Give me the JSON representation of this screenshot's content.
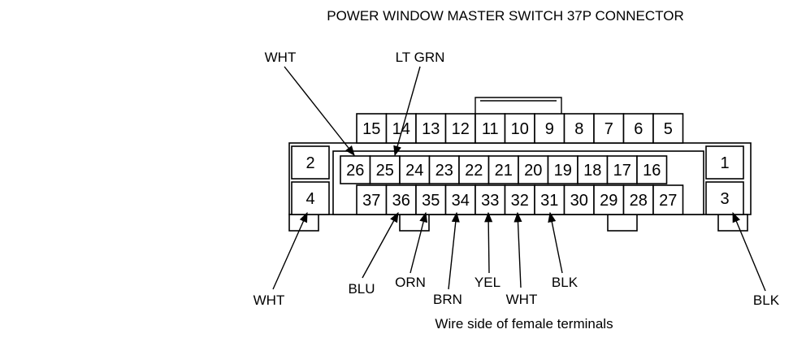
{
  "title": "POWER WINDOW MASTER SWITCH 37P CONNECTOR",
  "caption": "Wire side of female terminals",
  "pins": {
    "top_row": [
      "15",
      "14",
      "13",
      "12",
      "11",
      "10",
      "9",
      "8",
      "7",
      "6",
      "5"
    ],
    "middle_row": [
      "26",
      "25",
      "24",
      "23",
      "22",
      "21",
      "20",
      "19",
      "18",
      "17",
      "16"
    ],
    "bottom_row": [
      "37",
      "36",
      "35",
      "34",
      "33",
      "32",
      "31",
      "30",
      "29",
      "28",
      "27"
    ],
    "left_block": [
      "2",
      "4"
    ],
    "right_block": [
      "1",
      "3"
    ]
  },
  "wires": [
    {
      "terminal": "26",
      "color": "WHT"
    },
    {
      "terminal": "25",
      "color": "LT GRN"
    },
    {
      "terminal": "4",
      "color": "WHT"
    },
    {
      "terminal": "36",
      "color": "BLU"
    },
    {
      "terminal": "35",
      "color": "ORN"
    },
    {
      "terminal": "34",
      "color": "BRN"
    },
    {
      "terminal": "33",
      "color": "YEL"
    },
    {
      "terminal": "32",
      "color": "WHT"
    },
    {
      "terminal": "31",
      "color": "BLK"
    },
    {
      "terminal": "3",
      "color": "BLK"
    }
  ]
}
